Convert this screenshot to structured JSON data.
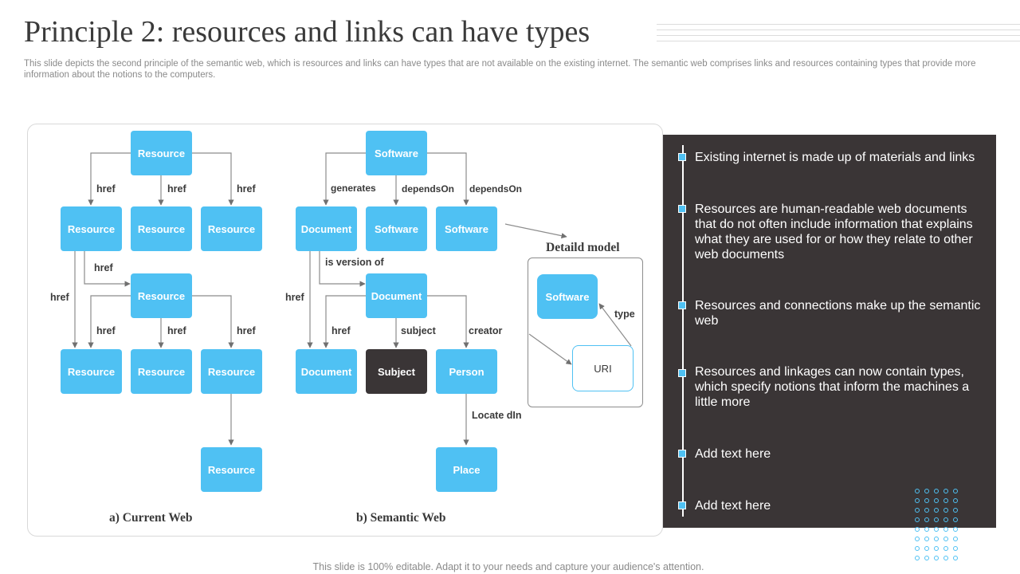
{
  "title": "Principle 2: resources and links can have types",
  "description": "This slide depicts the second principle of the semantic web, which is resources and links can have types that are not available on the existing internet. The semantic web comprises links and resources containing types that provide more information about the notions to the computers.",
  "colors": {
    "accent": "#4fc1f3",
    "dark": "#3a3536",
    "title": "#3a3a3a"
  },
  "current_web": {
    "caption": "a) Current Web",
    "nodes": [
      "Resource",
      "Resource",
      "Resource",
      "Resource",
      "Resource",
      "Resource",
      "Resource",
      "Resource",
      "Resource"
    ],
    "labels": [
      "href",
      "href",
      "href",
      "href",
      "href",
      "href",
      "href",
      "href"
    ]
  },
  "semantic_web": {
    "caption": "b) Semantic Web",
    "nodes": [
      "Software",
      "Document",
      "Software",
      "Software",
      "Document",
      "Document",
      "Subject",
      "Person",
      "Place"
    ],
    "labels": [
      "generates",
      "dependsOn",
      "dependsOn",
      "is version of",
      "href",
      "href",
      "subject",
      "creator",
      "Locate dIn"
    ]
  },
  "detail_model": {
    "title": "Detaild model",
    "nodes": [
      "Software",
      "URI"
    ],
    "label": "type"
  },
  "points": [
    "Existing internet is made up of materials and links",
    "Resources are human-readable web documents that do not often include information that explains what they are used for or how they relate to other web documents",
    "Resources and connections make up the semantic web",
    "Resources and linkages can now contain types, which specify notions that inform the machines a little more",
    "Add text here",
    "Add text here"
  ],
  "footer": "This slide is 100% editable. Adapt it to your needs and capture your audience's attention."
}
